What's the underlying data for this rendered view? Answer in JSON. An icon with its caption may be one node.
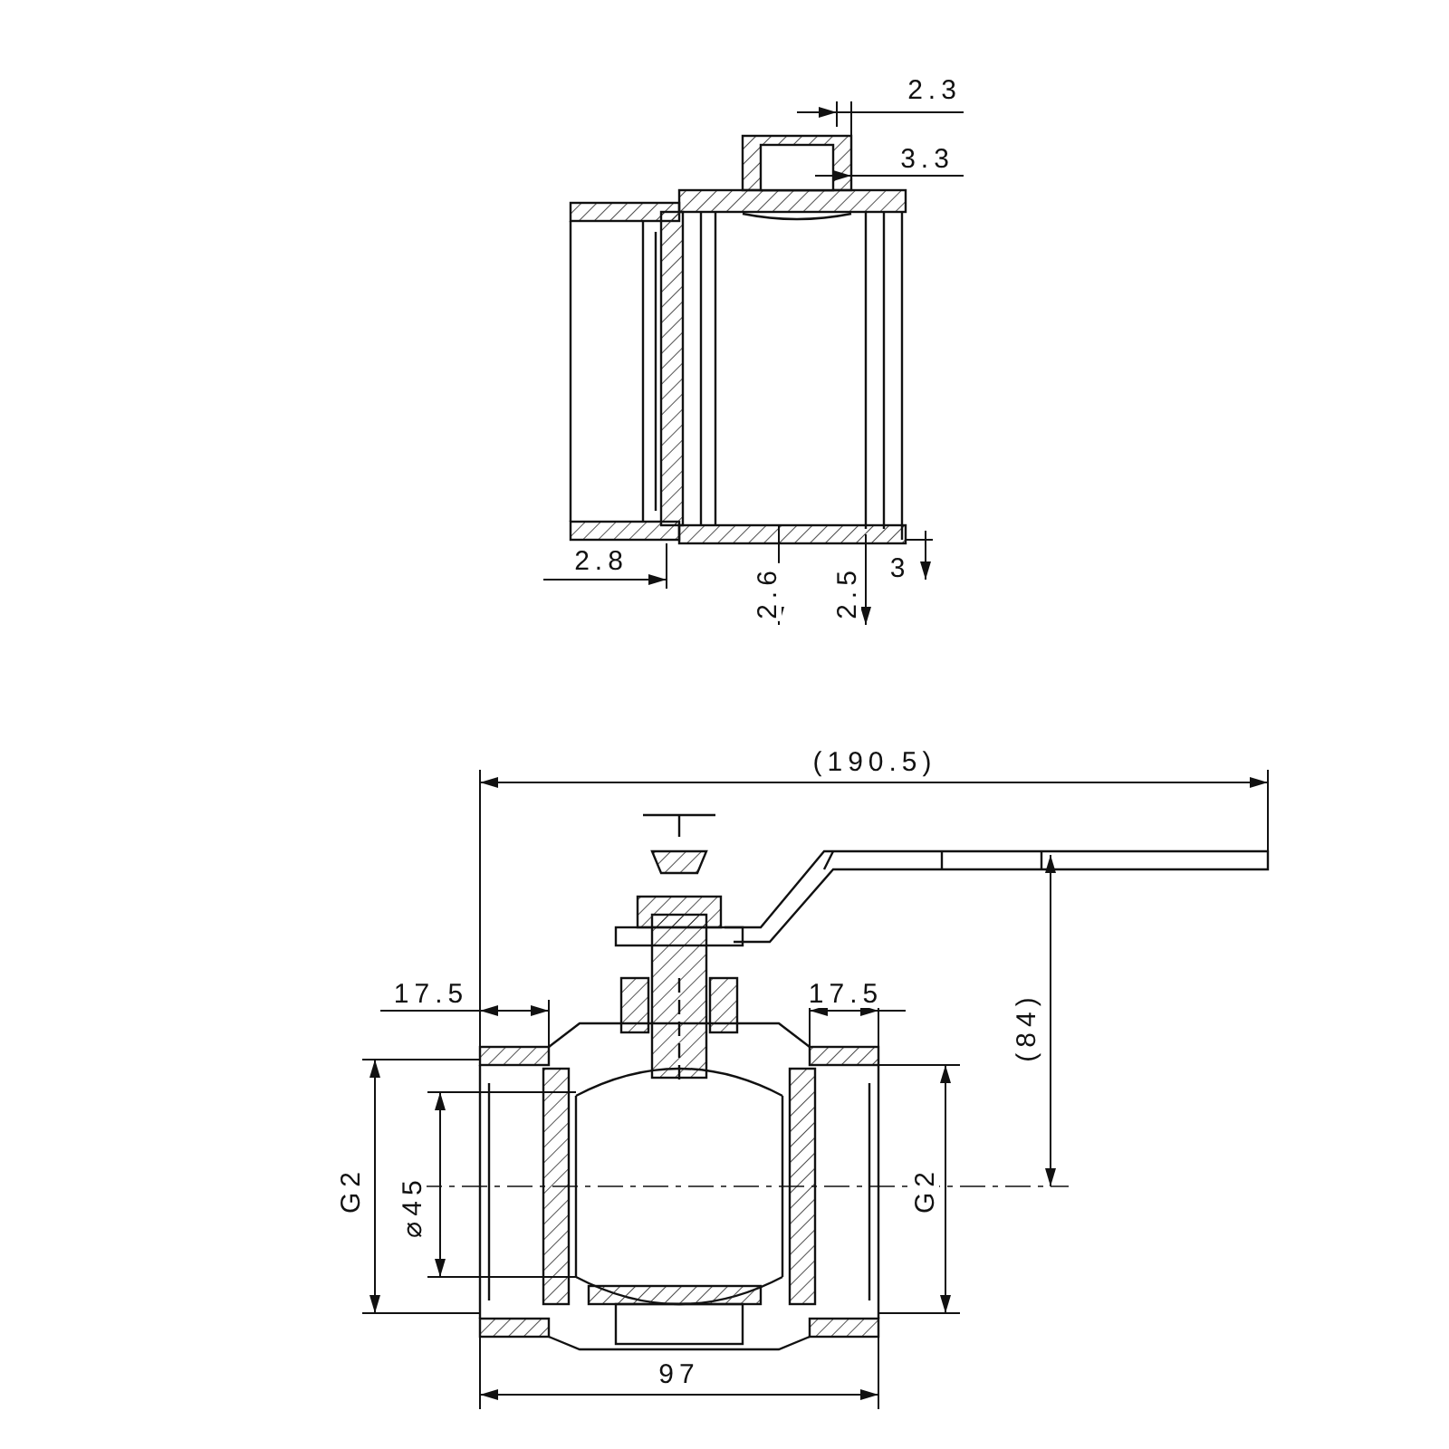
{
  "diagram": {
    "labels": [
      "2.3",
      "3.3",
      "2.8",
      "2.6",
      "2.5",
      "3",
      "(190.5)",
      "17.5",
      "17.5",
      "(84)",
      "G2",
      "⌀45",
      "G2",
      "97"
    ]
  }
}
